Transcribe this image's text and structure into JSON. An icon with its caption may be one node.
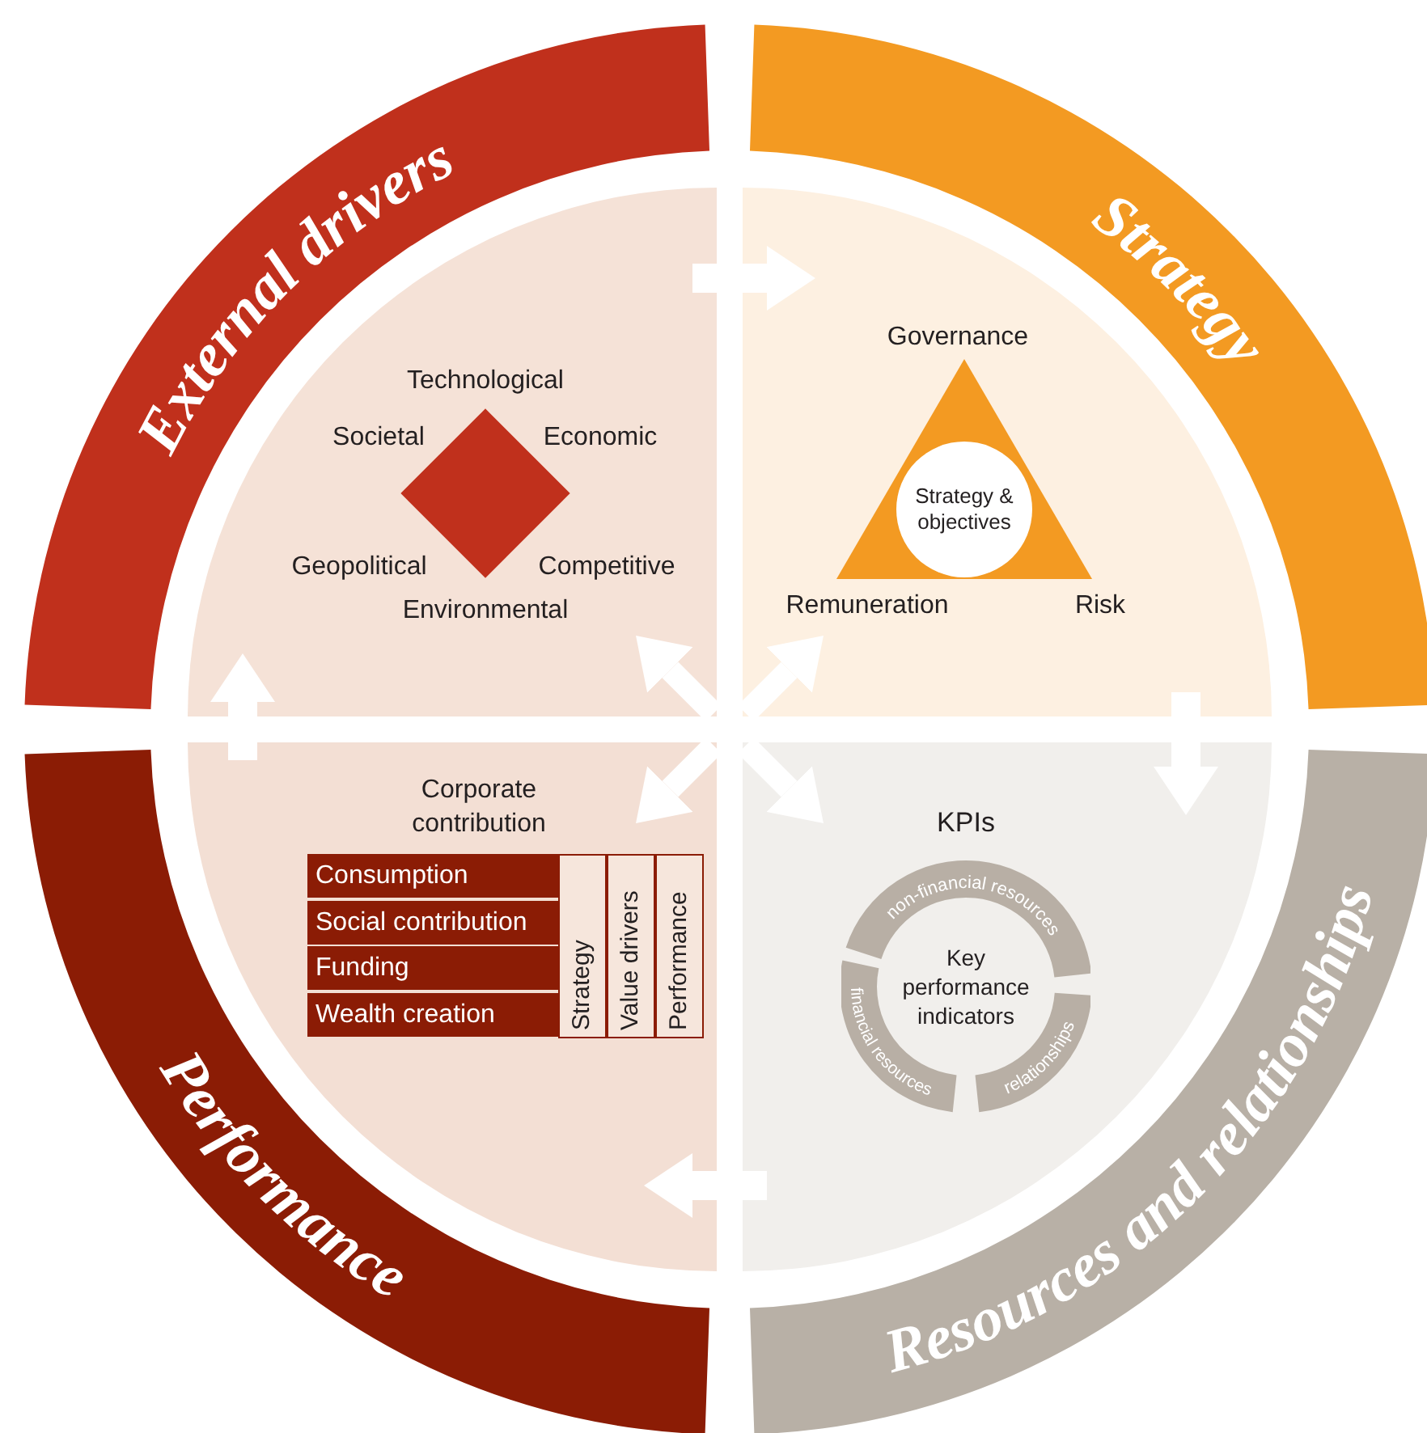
{
  "diagram": {
    "nodes": [
      {
        "text": [
          "External drivers"
        ]
      },
      {
        "text": [
          "Strategy"
        ]
      },
      {
        "text": [
          "Resources and relationships"
        ]
      },
      {
        "text": [
          "Performance"
        ]
      },
      {
        "text": [],
        "shape": "diamond",
        "beside": [
          "Technological",
          "Societal",
          "Economic",
          "Geopolitical",
          "Competitive",
          "Environmental"
        ]
      },
      {
        "text": [],
        "shape": "triangle",
        "beside": [
          "Governance",
          "Remuneration",
          "Risk"
        ]
      },
      {
        "text": [
          "Strategy & objectives"
        ],
        "in": 5
      },
      {
        "text": [
          "KPIs",
          "Key performance indicators"
        ]
      },
      {
        "text": [
          "non-financial resources"
        ],
        "in": 7
      },
      {
        "text": [
          "relationships"
        ],
        "in": 7
      },
      {
        "text": [
          "financial resources"
        ],
        "in": 7
      }
    ],
    "edges": [
      {
        "from": null,
        "to": 5,
        "arrow": "to"
      },
      {
        "from": null,
        "to": 7,
        "arrow": "to"
      },
      {
        "from": 3,
        "to": 4,
        "arrow": "to"
      }
    ],
    "labels": [
      "Corporate contribution",
      "Consumption",
      "Social contribution",
      "Funding",
      "Wealth creation",
      "Strategy",
      "Value drivers",
      "Performance"
    ]
  }
}
